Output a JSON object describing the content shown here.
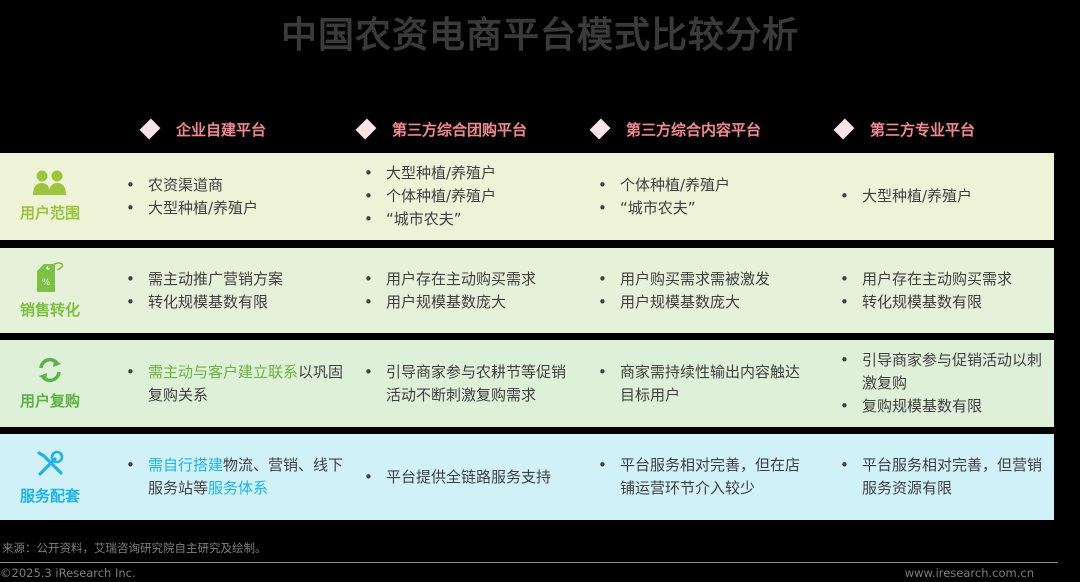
{
  "title": "中国农资电商平台模式比较分析",
  "columns": [
    {
      "label": "企业自建平台"
    },
    {
      "label": "第三方综合团购平台"
    },
    {
      "label": "第三方综合内容平台"
    },
    {
      "label": "第三方专业平台"
    }
  ],
  "rows": [
    {
      "label": "用户范围",
      "icon": "users-icon",
      "color": "#9bc53d",
      "bg": "#eef3d8",
      "cells": [
        [
          "农资渠道商",
          "大型种植/养殖户"
        ],
        [
          "大型种植/养殖户",
          "个体种植/养殖户",
          "“城市农夫”"
        ],
        [
          "个体种植/养殖户",
          "“城市农夫”"
        ],
        [
          "大型种植/养殖户"
        ]
      ]
    },
    {
      "label": "销售转化",
      "icon": "price-tag-icon",
      "color": "#7dc143",
      "bg": "#e6f1d9",
      "cells": [
        [
          "需主动推广营销方案",
          "转化规模基数有限"
        ],
        [
          "用户存在主动购买需求",
          "用户规模基数庞大"
        ],
        [
          "用户购买需求需被激发",
          "用户规模基数庞大"
        ],
        [
          "用户存在主动购买需求",
          "转化规模基数有限"
        ]
      ]
    },
    {
      "label": "用户复购",
      "icon": "refresh-cycle-icon",
      "color": "#5bb346",
      "bg": "#dff0d9",
      "cells": [
        [
          {
            "highlight": "需主动与客户建立联系",
            "rest": "以巩固复购关系"
          }
        ],
        [
          "引导商家参与农耕节等促销活动不断刺激复购需求"
        ],
        [
          "商家需持续性输出内容触达目标用户"
        ],
        [
          "引导商家参与促销活动以刺激复购",
          "复购规模基数有限"
        ]
      ]
    },
    {
      "label": "服务配套",
      "icon": "tools-icon",
      "color": "#1fb3e6",
      "bg": "#d1f1f8",
      "cells": [
        [
          {
            "highlight": "需自行搭建",
            "mid": "物流、营销、线下服务站等",
            "highlight2": "服务体系"
          }
        ],
        [
          "平台提供全链路服务支持"
        ],
        [
          "平台服务相对完善，但在店铺运营环节介入较少"
        ],
        [
          "平台服务相对完善，但营销服务资源有限"
        ]
      ]
    }
  ],
  "footer": {
    "source": "来源：公开资料，艾瑞咨询研究院自主研究及绘制。",
    "copyright": "©2025.3 iResearch Inc.",
    "website": "www.iresearch.com.cn"
  },
  "colors": {
    "header_text": "#ef8a90",
    "diamond": "#fbe3e6",
    "title": "#3a3a3a",
    "body_text": "#404040",
    "green_highlight": "#6cb33f",
    "blue_highlight": "#1fb3e6"
  }
}
